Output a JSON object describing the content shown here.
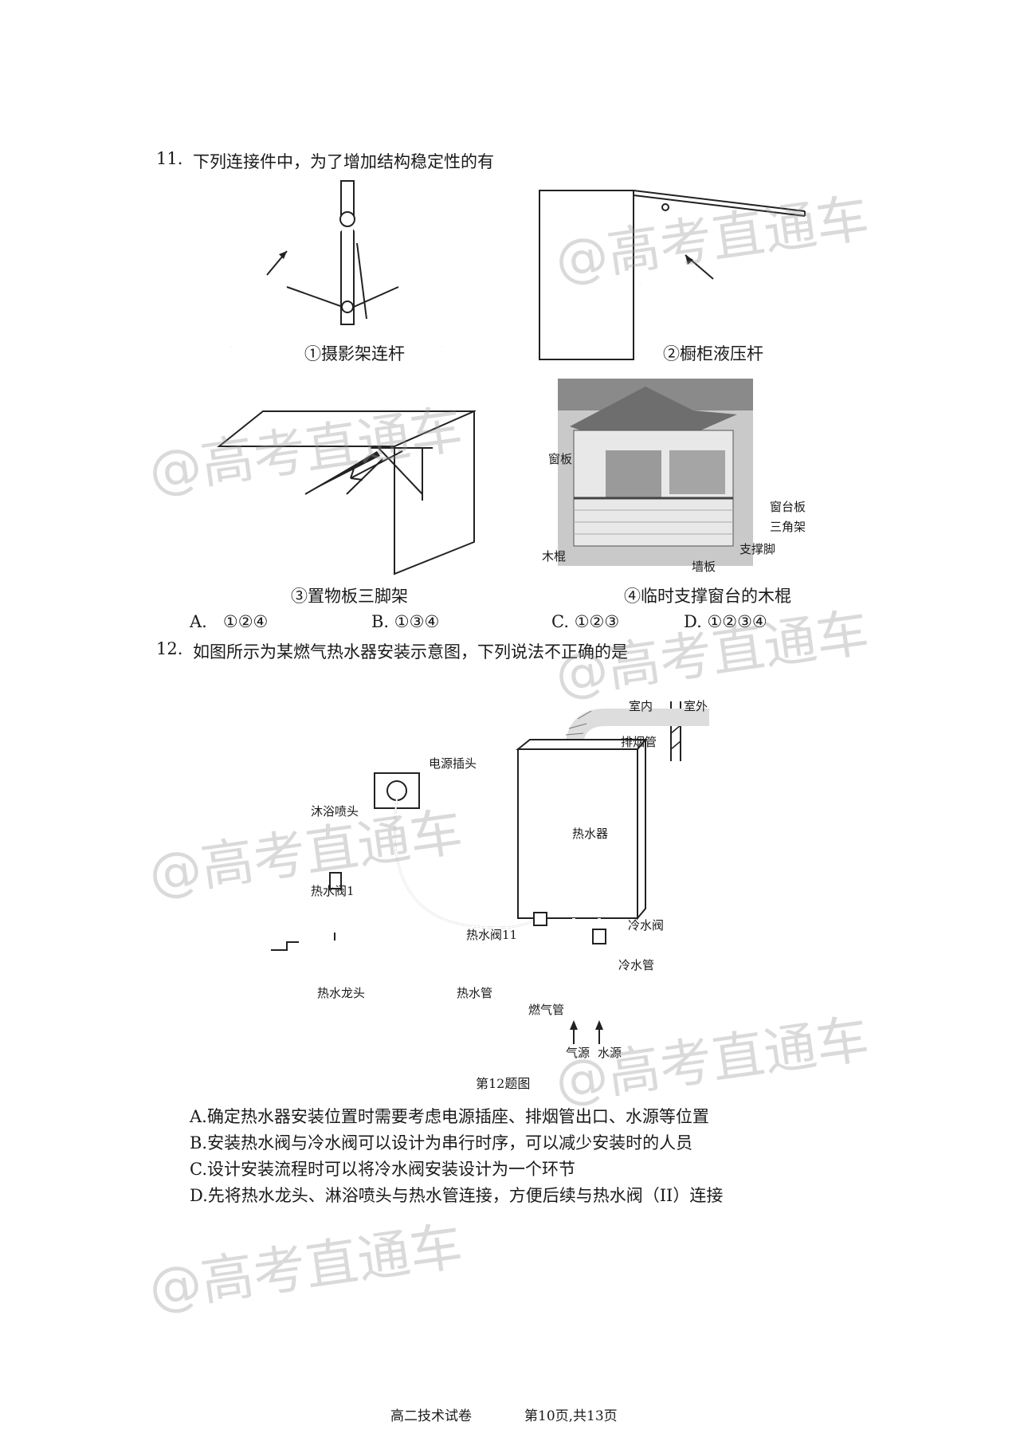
{
  "q11": {
    "number": "11.",
    "stem": "下列连接件中，为了增加结构稳定性的有",
    "captions": [
      "①摄影架连杆",
      "②橱柜液压杆",
      "③置物板三脚架",
      "④临时支撑窗台的木棍"
    ],
    "photo_labels": [
      "窗板",
      "窗台板",
      "三角架",
      "木棍",
      "支撑脚",
      "墙板"
    ],
    "options": [
      {
        "letter": "A.",
        "text": "①②④"
      },
      {
        "letter": "B.",
        "text": "①③④"
      },
      {
        "letter": "C.",
        "text": "①②③"
      },
      {
        "letter": "D.",
        "text": "①②③④"
      }
    ]
  },
  "q12": {
    "number": "12.",
    "stem": "如图所示为某燃气热水器安装示意图，下列说法不正确的是",
    "diagram_labels": {
      "indoor": "室内",
      "outdoor": "室外",
      "exhaust": "排烟管",
      "socket": "电源插头",
      "shower": "沐浴喷头",
      "heater": "热水器",
      "valve1": "热水阀1",
      "valve11": "热水阀11",
      "cold_valve": "冷水阀",
      "cold_pipe": "冷水管",
      "faucet": "热水龙头",
      "hot_pipe": "热水管",
      "gas_pipe": "燃气管",
      "gas_source": "气源",
      "water_source": "水源"
    },
    "figure_caption": "第12题图",
    "answers": [
      "A.确定热水器安装位置时需要考虑电源插座、排烟管出口、水源等位置",
      "B.安装热水阀与冷水阀可以设计为串行时序，可以减少安装时的人员",
      "C.设计安装流程时可以将冷水阀安装设计为一个环节",
      "D.先将热水龙头、淋浴喷头与热水管连接，方便后续与热水阀（II）连接"
    ]
  },
  "watermark": "@高考直通车",
  "footer": {
    "subject": "高二技术试卷",
    "page": "第10页,共13页"
  }
}
